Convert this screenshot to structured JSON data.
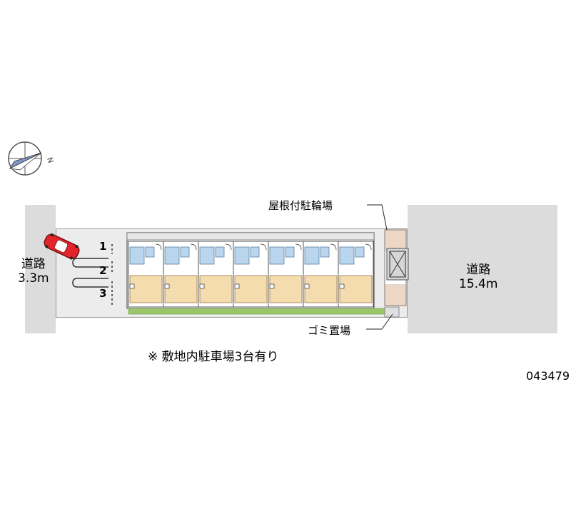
{
  "roads": {
    "left": {
      "name": "道路",
      "width": "3.3m"
    },
    "right": {
      "name": "道路",
      "width": "15.4m"
    }
  },
  "labels": {
    "bicycle_parking": "屋根付駐輪場",
    "garbage": "ゴミ置場",
    "parking_note": "※ 敷地内駐車場3台有り",
    "property_code": "043479"
  },
  "parking_spaces": [
    "1",
    "2",
    "3"
  ],
  "units": 7,
  "compass": {
    "direction": "N",
    "icon": "compass-icon"
  },
  "colors": {
    "road": "#dcdcdc",
    "lot": "#ececec",
    "building_floor": "#f5dcae",
    "wet_area": "#b9d6ee",
    "bike_roof": "#c98a5a",
    "greenery": "#9ac56a",
    "car": "#e1252b"
  }
}
